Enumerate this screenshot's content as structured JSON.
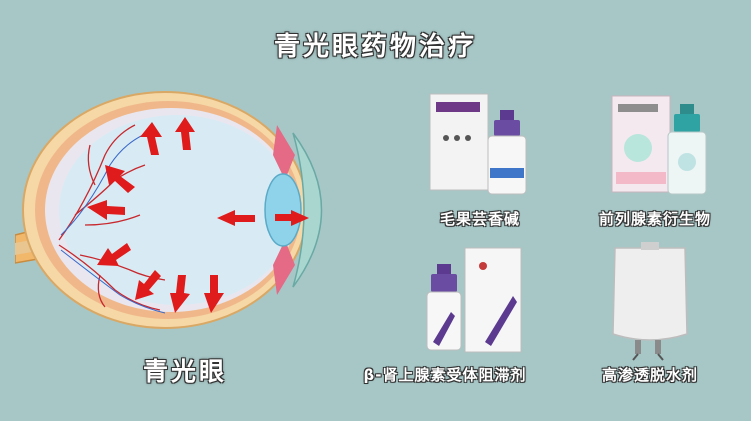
{
  "title": "青光眼药物治疗",
  "eye": {
    "label": "青光眼"
  },
  "drugs": [
    {
      "label": "毛果芸香碱"
    },
    {
      "label": "前列腺素衍生物"
    },
    {
      "label": "β-肾上腺素受体阻滞剂"
    },
    {
      "label": "高渗透脱水剂"
    }
  ],
  "colors": {
    "background": "#a7c7c7",
    "arrow": "#e01b1b",
    "vessel": "#c8282d",
    "sclera": "#f6d7a6",
    "lens": "#8fd3ea"
  }
}
